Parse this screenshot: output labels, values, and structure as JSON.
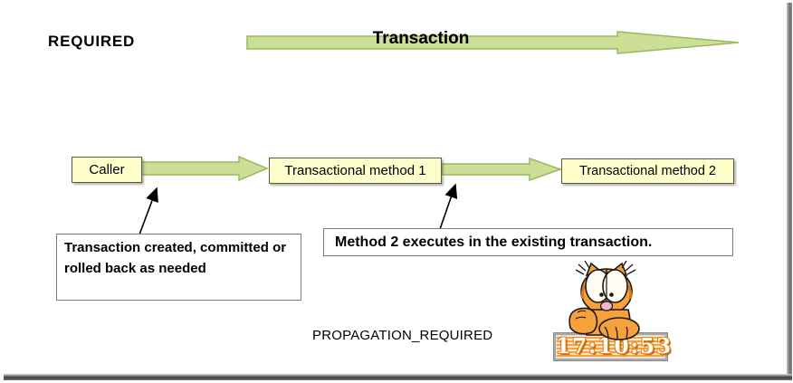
{
  "header": {
    "title": "REQUIRED",
    "transaction_label": "Transaction"
  },
  "flow": {
    "boxes": [
      {
        "label": "Caller"
      },
      {
        "label": "Transactional method 1"
      },
      {
        "label": "Transactional method 2"
      }
    ]
  },
  "annotations": {
    "left_note": "Transaction created, committed or rolled back as needed",
    "right_note": "Method 2 executes in the existing transaction."
  },
  "footer": {
    "caption": "PROPAGATION_REQUIRED"
  },
  "clock_widget": {
    "time": "17:10:53",
    "mascot": "garfield"
  },
  "icons": {
    "transaction_arrow": "right-arrow",
    "flow_arrows": "right-arrow",
    "pointer_arrows": "up-right-arrow"
  },
  "colors": {
    "arrow_fill": "#cdde97",
    "arrow_border": "#9ab85e",
    "box_fill": "#ffffcc",
    "box_border": "#5c5c3d",
    "note_border": "#7f7f7f",
    "clock_orange": "#f6a243",
    "mascot_orange": "#f6a13c",
    "text": "#000000"
  }
}
